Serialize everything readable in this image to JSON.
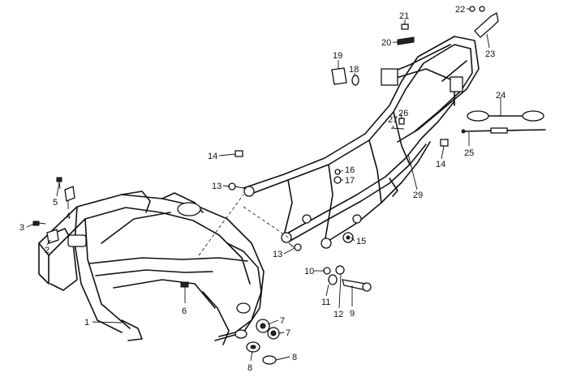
{
  "callouts": {
    "c1": "1",
    "c2": "2",
    "c3": "3",
    "c4": "4",
    "c5": "5",
    "c6": "6",
    "c7a": "7",
    "c7b": "7",
    "c8a": "8",
    "c8b": "8",
    "c9": "9",
    "c10": "10",
    "c11": "11",
    "c12": "12",
    "c13a": "13",
    "c13b": "13",
    "c14a": "14",
    "c14b": "14",
    "c15": "15",
    "c16": "16",
    "c17": "17",
    "c18": "18",
    "c19": "19",
    "c20": "20",
    "c21": "21",
    "c22": "22",
    "c23": "23",
    "c24": "24",
    "c25": "25",
    "c26": "26",
    "c27": "27",
    "c29": "29"
  }
}
